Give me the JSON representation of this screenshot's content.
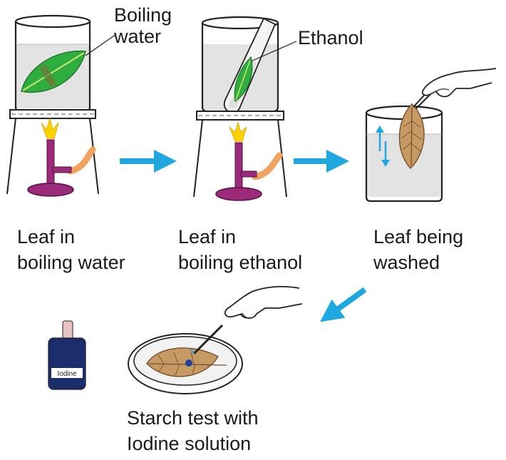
{
  "labels": {
    "boiling_water": [
      "Boiling",
      "water"
    ],
    "ethanol": "Ethanol",
    "bottle": "Iodine"
  },
  "steps": [
    {
      "caption": [
        "Leaf in",
        "boiling water"
      ]
    },
    {
      "caption": [
        "Leaf in",
        "boiling ethanol"
      ]
    },
    {
      "caption": [
        "Leaf being",
        "washed"
      ]
    },
    {
      "caption": [
        "Starch test with",
        "Iodine solution"
      ]
    }
  ],
  "colors": {
    "arrow": "#1fa8e0",
    "leaf_green": "#2fae3f",
    "leaf_brown": "#c79a63",
    "burner": "#9b2a7a",
    "water": "#e3e3e3",
    "flame": "#ffd200",
    "hose": "#f2a25f",
    "bottle": "#1c2d6e"
  }
}
